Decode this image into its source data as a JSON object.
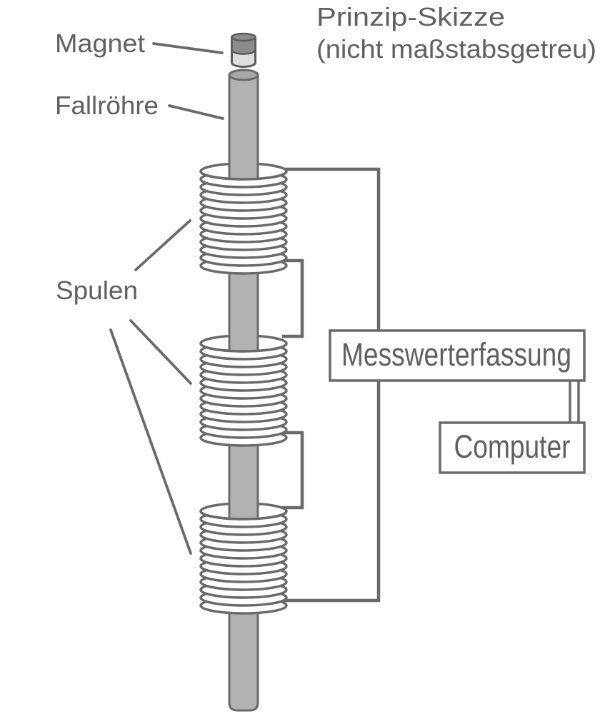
{
  "title": {
    "line1": "Prinzip-Skizze",
    "line2": "(nicht maßstabsgetreu)"
  },
  "labels": {
    "magnet": "Magnet",
    "fall_tube": "Fallröhre",
    "coils": "Spulen"
  },
  "boxes": {
    "daq": "Messwerterfassung",
    "computer": "Computer"
  },
  "diagram": {
    "coil_count": 3
  },
  "colors": {
    "background": "#ffffff",
    "line": "#6a6a6a",
    "text": "#606060",
    "tube": "#b2b2b2",
    "tube_cap": "#a8a8a8",
    "coil_fill": "#ffffff",
    "magnet_dark": "#8b8b8b",
    "magnet_light": "#dedede",
    "magnet_outline": "#5b5b5b"
  }
}
